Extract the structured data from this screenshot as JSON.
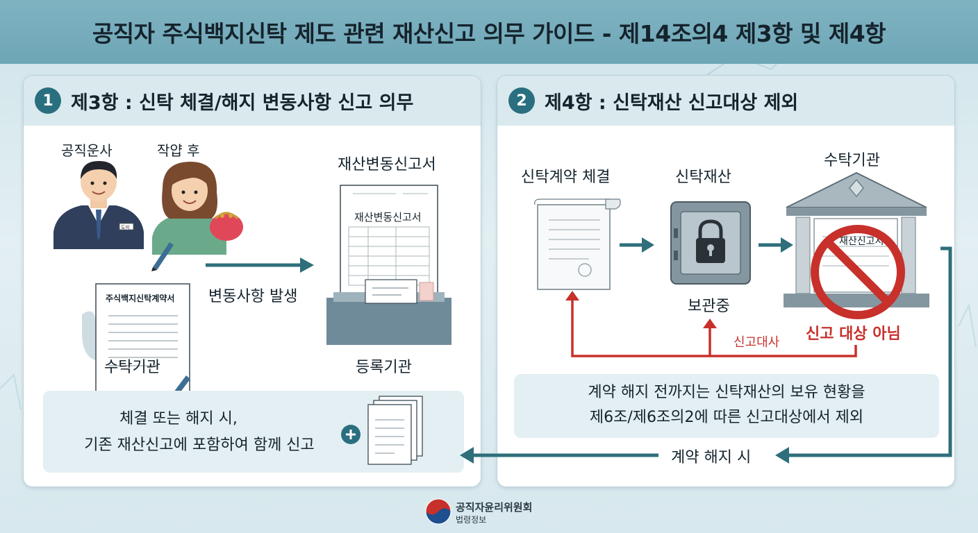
{
  "title": "공직자 주식백지신탁 제도 관련 재산신고 의무 가이드 - 제14조의4 제3항 및 제4항",
  "left_panel": {
    "number": "1",
    "heading": "제3항 : 신탁 체결/해지 변동사항 신고 의무",
    "person1_label": "공직운사",
    "person2_label": "작얍 후",
    "badge_text": "도미",
    "contract_doc_title": "주식백지신탁계약서",
    "trustee_label": "수탁기관",
    "arrow_label": "변동사항 발생",
    "report_doc_label": "재산변동신고서",
    "report_doc_inner_title": "재산변동신고서",
    "registry_label": "등록기관",
    "note_line1": "체결 또는 해지 시,",
    "note_line2": "기존 재산신고에 포함하여 함께 신고"
  },
  "right_panel": {
    "number": "2",
    "heading": "제4항 : 신탁재산 신고대상 제외",
    "contract_label": "신탁계약 체결",
    "asset_label": "신탁재산",
    "custody_label": "보관중",
    "trustee_label": "수탁기관",
    "bank_doc_text": "재산신고서",
    "not_target_label": "신고 대상 아님",
    "report_target_label": "신고대사",
    "note_line1": "계약 해지 전까지는 신탁재산의 보유 현황을",
    "note_line2": "제6조/제6조의2에 따른 신고대상에서 제외",
    "termination_label": "계약 해지 시"
  },
  "footer": {
    "org_name": "공직자윤리위원회",
    "org_sub": "법령정보"
  },
  "colors": {
    "accent": "#2a6f7f",
    "title_bar": "#7fb3c2",
    "arrow_teal": "#2e6f7b",
    "warning_red": "#c8302b"
  }
}
